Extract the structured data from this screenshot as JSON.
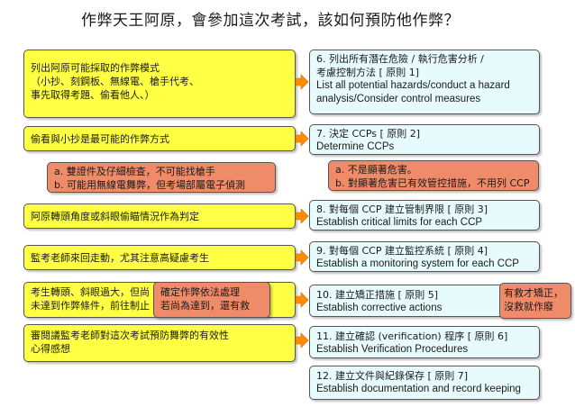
{
  "title": "作弊天王阿原，會參加這次考試，該如何預防他作弊？",
  "colors": {
    "left_box_fill": "#ffff44",
    "right_box_fill": "#e7fbfd",
    "note_fill": "#f08b6a",
    "arrow": "#ff8c00",
    "border": "#555555"
  },
  "left_boxes": [
    {
      "lines": [
        "列出阿原可能採取的作弊模式",
        "（小抄、刻鋼板、無線電、槍手代考、",
        "事先取得考題、偷看他人、）"
      ]
    },
    {
      "lines": [
        "偷看與小抄是最可能的作弊方式"
      ]
    },
    {
      "lines": [
        "阿原轉頭角度或斜眼偷瞄情況作為判定"
      ]
    },
    {
      "lines": [
        "監考老師來回走動，尤其注意高疑慮考生"
      ]
    },
    {
      "lines": [
        "考生轉頭、斜眼過大，但尚",
        "未達到作弊條件，前往制止"
      ]
    },
    {
      "lines": [
        "審閱議監考老師對這次考試預防舞弊的有效性",
        "心得感想"
      ]
    }
  ],
  "right_boxes": [
    {
      "lines": [
        "6.  列出所有潛在危險 / 執行危害分析 /",
        "考慮控制方法 [ 原則 1]",
        "List all potential hazards/conduct a hazard",
        "analysis/Consider control measures"
      ]
    },
    {
      "lines": [
        "7.  決定  CCPs [ 原則 2]",
        "Determine CCPs"
      ]
    },
    {
      "lines": [
        "8.  對每個  CCP  建立管制界限 [ 原則  3]",
        "Establish critical limits for each CCP"
      ]
    },
    {
      "lines": [
        "9.   對每個  CCP  建立監控系統 [ 原則  4]",
        "Establish a monitoring system for each CCP"
      ]
    },
    {
      "lines": [
        "10.  建立矯正措施   [ 原則  5]",
        "Establish corrective actions"
      ]
    },
    {
      "lines": [
        "11.   建立確認 (verification) 程序 [ 原則  6]",
        "Establish Verification Procedures"
      ]
    },
    {
      "lines": [
        "12.  建立文件與紀錄保存 [ 原則  7]",
        "Establish documentation and record keeping"
      ]
    }
  ],
  "notes": {
    "left_note": [
      "a. 雙證件及仔細檢查，不可能找槍手",
      "b.  可能用無線電舞弊，但考場部屬電子偵測"
    ],
    "right_note": [
      "a.  不是顯著危害。",
      "b.  對顯著危害已有效管控措施，不用列 CCP"
    ],
    "middle_note": [
      "確定作弊依法處理",
      "若尚為達到，還有救"
    ],
    "side_note": [
      "有救才矯正，",
      "沒救就作廢"
    ]
  }
}
